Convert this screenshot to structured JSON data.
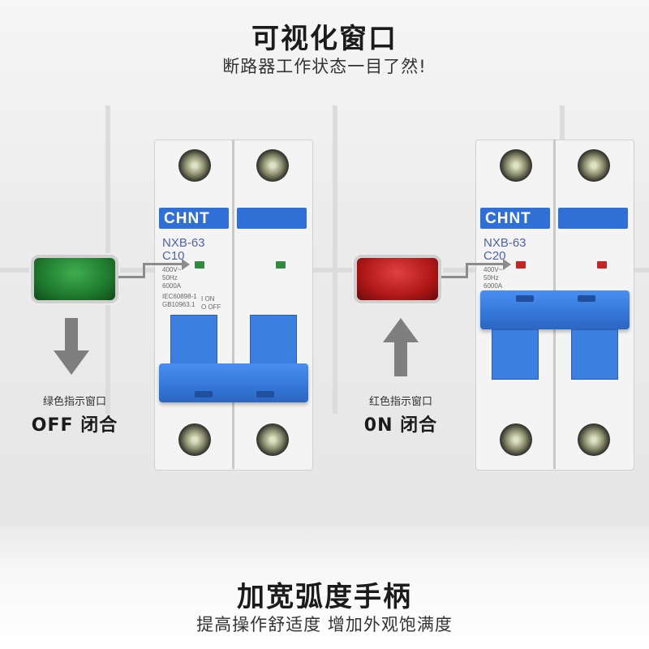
{
  "header": {
    "title": "可视化窗口",
    "subtitle": "断路器工作状态一目了然!"
  },
  "footer": {
    "title": "加宽弧度手柄",
    "subtitle": "提高操作舒适度 增加外观饱满度"
  },
  "left_breaker": {
    "brand": "CHNT",
    "model": "NXB-63",
    "rating": "C10",
    "specs": [
      "400V~",
      "50Hz",
      "6000A",
      "IEC60898-1",
      "GB10963.1"
    ],
    "switch_marks": [
      "I ON",
      "O OFF"
    ],
    "indicator_color": "#1f7a2e",
    "state": "OFF"
  },
  "right_breaker": {
    "brand": "CHNT",
    "model": "NXB-63",
    "rating": "C20",
    "specs": [
      "400V~",
      "50Hz",
      "6000A"
    ],
    "indicator_color": "#b01818",
    "state": "ON"
  },
  "left_callout": {
    "small": "绿色指示窗口",
    "big": "OFF 闭合",
    "color": "#1f7a2e"
  },
  "right_callout": {
    "small": "红色指示窗口",
    "big": "0N 闭合",
    "color": "#b01818"
  },
  "colors": {
    "brand_blue": "#2f6fd6",
    "green_led": "#2e8b3f",
    "red_led": "#c42525"
  }
}
